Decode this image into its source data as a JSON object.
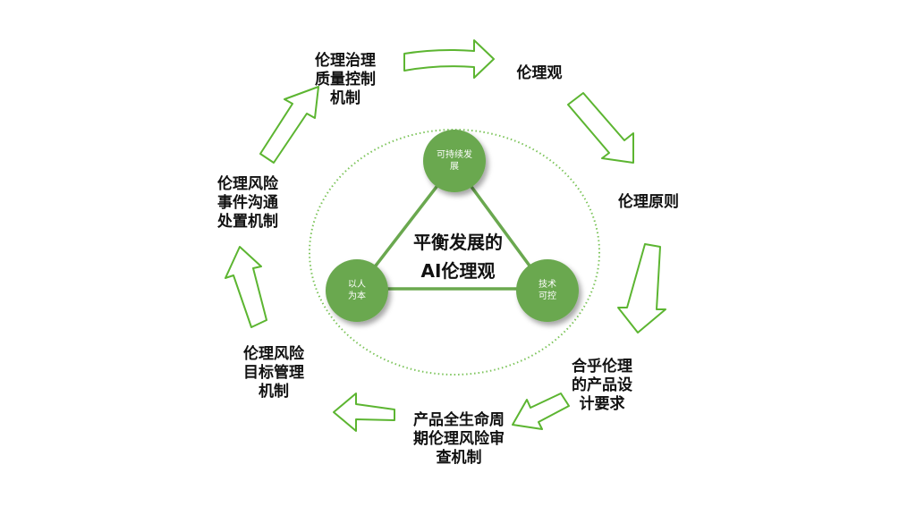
{
  "center": {
    "title": "平衡发展的\nAI伦理观"
  },
  "nodes": {
    "top": "可持续发\n展",
    "left": "以人\n为本",
    "right": "技术\n可控"
  },
  "cycle": {
    "step_1": "伦理观",
    "step_2": "伦理原则",
    "step_3": "合乎伦理\n的产品设\n计要求",
    "step_4": "产品全生命周\n期伦理风险审\n查机制",
    "step_5": "伦理风险\n目标管理\n机制",
    "step_6": "伦理风险\n事件沟通\n处置机制",
    "step_7": "伦理治理\n质量控制\n机制"
  },
  "colors": {
    "green": "#6aa84f",
    "arrow_stroke": "#5cb531",
    "dotted_ring": "#7cc45a",
    "text": "#111111"
  }
}
